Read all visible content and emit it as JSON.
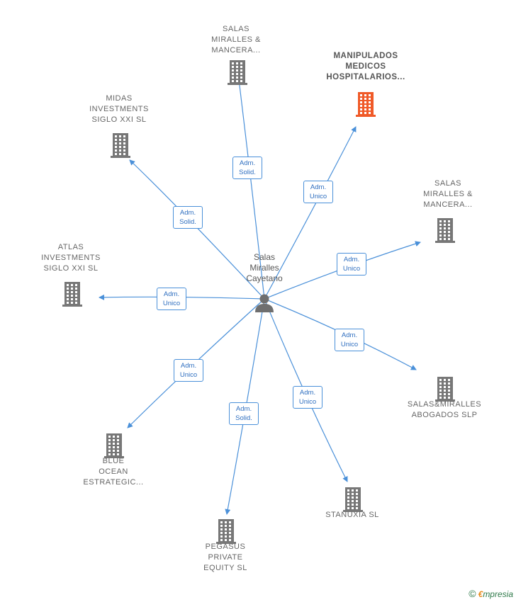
{
  "center": {
    "label": "Salas\nMiralles\nCayetano",
    "icon": "person-icon"
  },
  "nodes": [
    {
      "id": "salas-top",
      "label": "SALAS\nMIRALLES &\nMANCERA...",
      "highlight": false
    },
    {
      "id": "manipulados",
      "label": "MANIPULADOS\nMEDICOS\nHOSPITALARIOS...",
      "highlight": true
    },
    {
      "id": "midas",
      "label": "MIDAS\nINVESTMENTS\nSIGLO XXI  SL",
      "highlight": false
    },
    {
      "id": "salas-right",
      "label": "SALAS\nMIRALLES &\nMANCERA...",
      "highlight": false
    },
    {
      "id": "atlas",
      "label": "ATLAS\nINVESTMENTS\nSIGLO XXI  SL",
      "highlight": false
    },
    {
      "id": "abogados",
      "label": "SALAS&MIRALLES\nABOGADOS  SLP",
      "highlight": false
    },
    {
      "id": "blue-ocean",
      "label": "BLUE\nOCEAN\nESTRATEGIC...",
      "highlight": false
    },
    {
      "id": "stanuxia",
      "label": "STANUXIA  SL",
      "highlight": false
    },
    {
      "id": "pegasus",
      "label": "PEGASUS\nPRIVATE\nEQUITY  SL",
      "highlight": false
    }
  ],
  "edges": [
    {
      "to": "salas-top",
      "label": "Adm.\nSolid."
    },
    {
      "to": "manipulados",
      "label": "Adm.\nUnico"
    },
    {
      "to": "midas",
      "label": "Adm.\nSolid."
    },
    {
      "to": "salas-right",
      "label": "Adm.\nUnico"
    },
    {
      "to": "atlas",
      "label": "Adm.\nUnico"
    },
    {
      "to": "abogados",
      "label": "Adm.\nUnico"
    },
    {
      "to": "blue-ocean",
      "label": "Adm.\nUnico"
    },
    {
      "to": "stanuxia",
      "label": "Adm.\nUnico"
    },
    {
      "to": "pegasus",
      "label": "Adm.\nSolid."
    }
  ],
  "colors": {
    "edge": "#4a90d9",
    "building": "#777777",
    "highlight_building": "#f05a28"
  },
  "footer": {
    "copyright": "©",
    "brand_first": "€",
    "brand_rest": "mpresia"
  }
}
